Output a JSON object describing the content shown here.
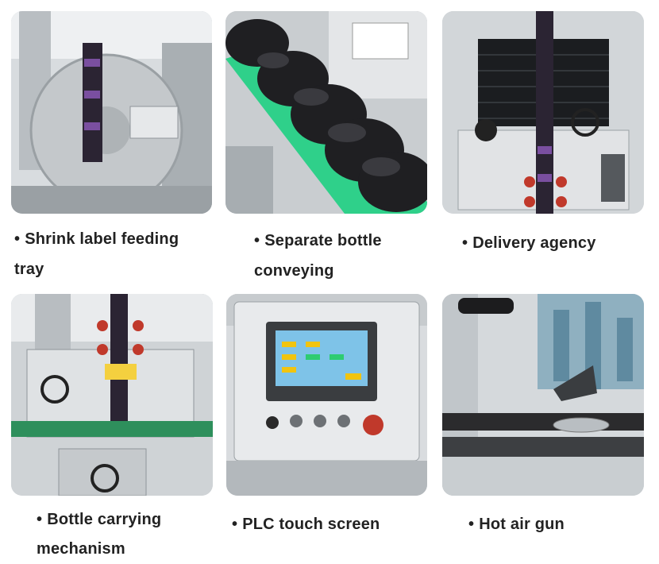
{
  "features": [
    {
      "id": "feed",
      "bullet": "•",
      "line1": "Shrink label feeding",
      "line2": "tray"
    },
    {
      "id": "convey",
      "bullet": "•",
      "line1": "Separate bottle",
      "line2": "conveying"
    },
    {
      "id": "delivery",
      "bullet": "•",
      "line1": "Delivery agency",
      "line2": ""
    },
    {
      "id": "carry",
      "bullet": "•",
      "line1": "Bottle carrying",
      "line2": "mechanism"
    },
    {
      "id": "plc",
      "bullet": "•",
      "line1": "PLC touch screen",
      "line2": ""
    },
    {
      "id": "hotair",
      "bullet": "•",
      "line1": "Hot air gun",
      "line2": ""
    }
  ],
  "photo_subjects": [
    "label-feeding-tray-photo",
    "screw-conveyor-photo",
    "delivery-mechanism-photo",
    "bottle-carrying-photo",
    "plc-touch-screen-photo",
    "hot-air-gun-photo"
  ]
}
